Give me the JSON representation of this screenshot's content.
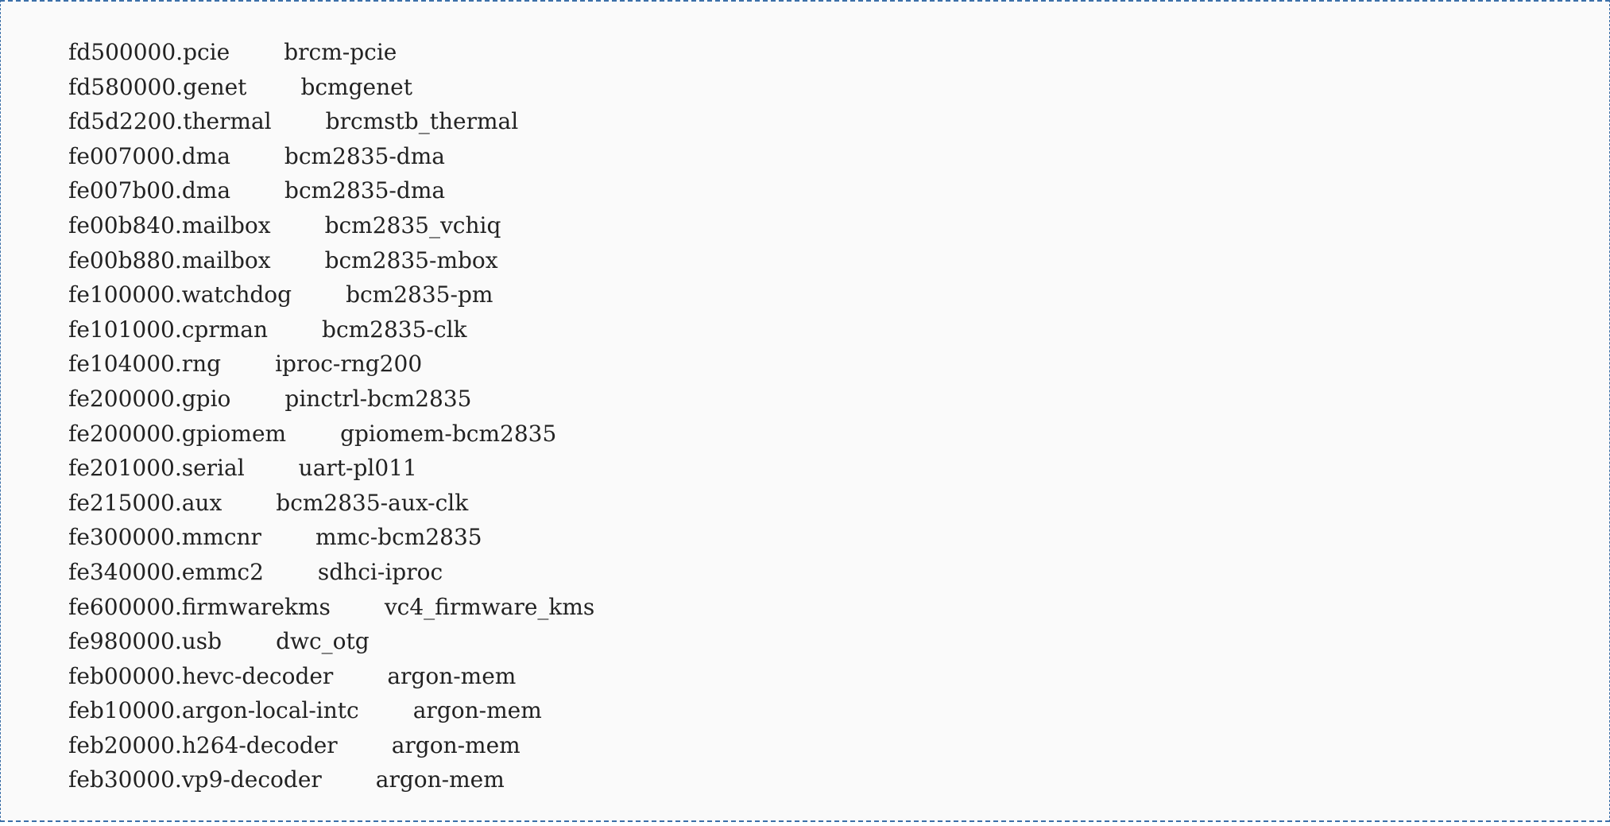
{
  "device_list": {
    "lines": [
      {
        "address": "fd500000.",
        "name": "pcie",
        "driver": "brcm-pcie"
      },
      {
        "address": "fd580000.",
        "name": "genet",
        "driver": "bcmgenet"
      },
      {
        "address": "fd5d2200.",
        "name": "thermal",
        "driver": "brcmstb_thermal"
      },
      {
        "address": "fe007000.",
        "name": "dma",
        "driver": "bcm2835-dma"
      },
      {
        "address": "fe007b00.",
        "name": "dma",
        "driver": "bcm2835-dma"
      },
      {
        "address": "fe00b840.",
        "name": "mailbox",
        "driver": "bcm2835_vchiq"
      },
      {
        "address": "fe00b880.",
        "name": "mailbox",
        "driver": "bcm2835-mbox"
      },
      {
        "address": "fe100000.",
        "name": "watchdog",
        "driver": "bcm2835-pm"
      },
      {
        "address": "fe101000.",
        "name": "cprman",
        "driver": "bcm2835-clk"
      },
      {
        "address": "fe104000.",
        "name": "rng",
        "driver": "iproc-rng200"
      },
      {
        "address": "fe200000.",
        "name": "gpio",
        "driver": "pinctrl-bcm2835"
      },
      {
        "address": "fe200000.",
        "name": "gpiomem",
        "driver": "gpiomem-bcm2835"
      },
      {
        "address": "fe201000.",
        "name": "serial",
        "driver": "uart-pl011"
      },
      {
        "address": "fe215000.",
        "name": "aux",
        "driver": "bcm2835-aux-clk"
      },
      {
        "address": "fe300000.",
        "name": "mmcnr",
        "driver": "mmc-bcm2835"
      },
      {
        "address": "fe340000.",
        "name": "emmc2",
        "driver": "sdhci-iproc"
      },
      {
        "address": "fe600000.",
        "name": "firmwarekms",
        "driver": "vc4_firmware_kms"
      },
      {
        "address": "fe980000.",
        "name": "usb",
        "driver": "dwc_otg"
      },
      {
        "address": "feb00000.",
        "name": "hevc-decoder",
        "driver": "argon-mem"
      },
      {
        "address": "feb10000.",
        "name": "argon-local-intc",
        "driver": "argon-mem"
      },
      {
        "address": "feb20000.",
        "name": "h264-decoder",
        "driver": "argon-mem"
      },
      {
        "address": "feb30000.",
        "name": "vp9-decoder",
        "driver": "argon-mem"
      }
    ]
  }
}
